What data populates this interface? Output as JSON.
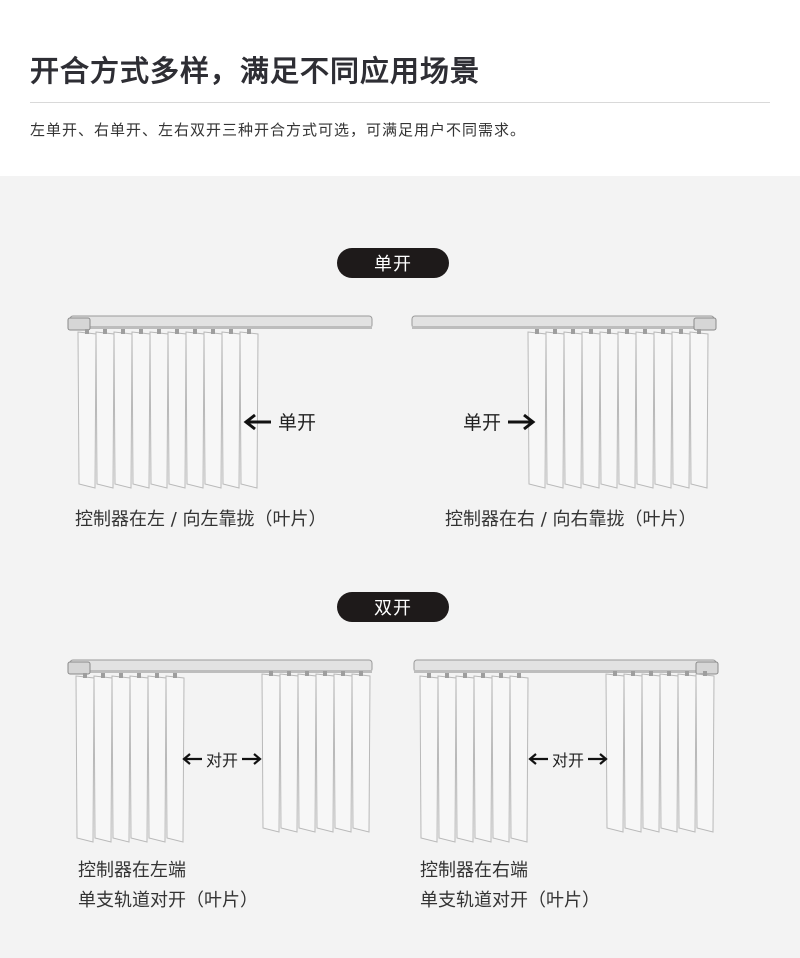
{
  "header": {
    "title": "开合方式多样，满足不同应用场景",
    "subtitle": "左单开、右单开、左右双开三种开合方式可选，可满足用户不同需求。"
  },
  "single": {
    "badge": "单开",
    "left": {
      "arrow_text": "单开",
      "caption": "控制器在左 / 向左靠拢（叶片）"
    },
    "right": {
      "arrow_text": "单开",
      "caption": "控制器在右 / 向右靠拢（叶片）"
    }
  },
  "double": {
    "badge": "双开",
    "left": {
      "arrow_text": "对开",
      "caption_line1": "控制器在左端",
      "caption_line2": "单支轨道对开（叶片）"
    },
    "right": {
      "arrow_text": "对开",
      "caption_line1": "控制器在右端",
      "caption_line2": "单支轨道对开（叶片）"
    }
  },
  "colors": {
    "badge_bg": "#1e1a1a",
    "panel_bg": "#f3f3f3",
    "slat": "#f7f7f7",
    "slat_edge": "#b9b9b9",
    "rail": "#dcdcdc"
  }
}
